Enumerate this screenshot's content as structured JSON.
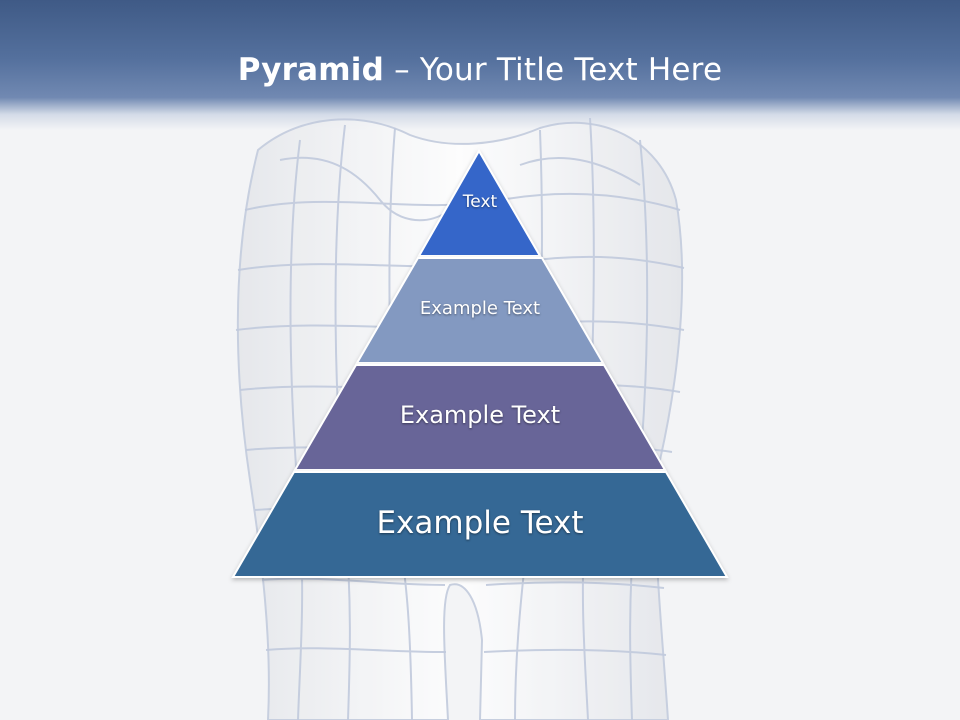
{
  "title": {
    "bold": "Pyramid",
    "rest": " – Your Title Text Here"
  },
  "pyramid": {
    "levels": [
      {
        "label": "Text",
        "color": "#3466c9"
      },
      {
        "label": "Example Text",
        "color": "#8399c1"
      },
      {
        "label": "Example Text",
        "color": "#676598"
      },
      {
        "label": "Example Text",
        "color": "#346795"
      }
    ]
  },
  "colors": {
    "header": "#4a6592",
    "background": "#f3f4f6",
    "wireframe": "#b9c3d9"
  }
}
